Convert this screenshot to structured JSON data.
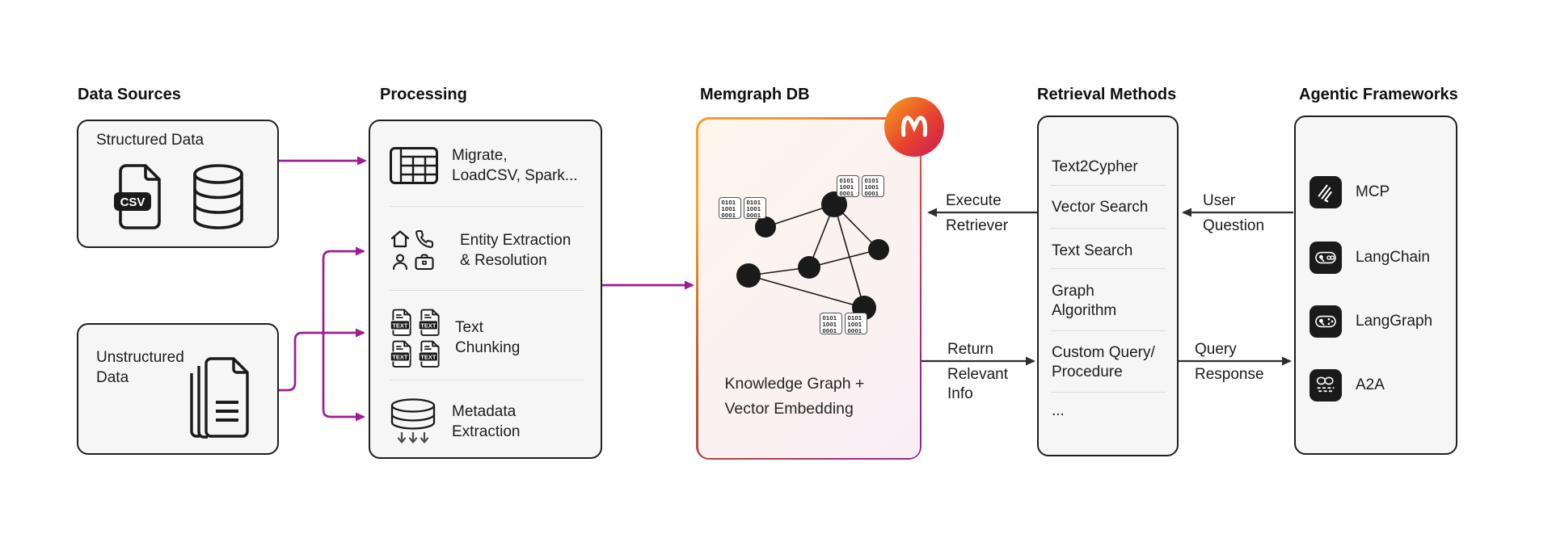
{
  "headers": {
    "data_sources": "Data Sources",
    "processing": "Processing",
    "memgraph": "Memgraph DB",
    "retrieval": "Retrieval Methods",
    "agentic": "Agentic Frameworks"
  },
  "data_sources": {
    "structured": {
      "label": "Structured Data",
      "csv_badge": "CSV"
    },
    "unstructured": {
      "label": "Unstructured\nData"
    }
  },
  "processing": {
    "rows": [
      {
        "label": "Migrate,\nLoadCSV, Spark..."
      },
      {
        "label": "Entity Extraction\n& Resolution"
      },
      {
        "label": "Text\nChunking"
      },
      {
        "label": "Metadata\nExtraction"
      }
    ],
    "text_badge": "TEXT"
  },
  "memgraph": {
    "caption": "Knowledge Graph +\nVector Embedding",
    "logo_letter": "M",
    "chip_lines": [
      "0101",
      "1001",
      "0001"
    ]
  },
  "retrieval": {
    "items": [
      "Text2Cypher",
      "Vector Search",
      "Text Search",
      "Graph\nAlgorithm",
      "Custom Query/\nProcedure",
      "..."
    ]
  },
  "agentic": {
    "items": [
      {
        "label": "MCP"
      },
      {
        "label": "LangChain"
      },
      {
        "label": "LangGraph"
      },
      {
        "label": "A2A"
      }
    ]
  },
  "flows": {
    "execute_retriever": {
      "line1": "Execute",
      "line2": "Retriever"
    },
    "return_relevant": {
      "line1": "Return",
      "line2": "Relevant\nInfo"
    },
    "user_question": {
      "line1": "User",
      "line2": "Question"
    },
    "query_response": {
      "line1": "Query",
      "line2": "Response"
    }
  },
  "colors": {
    "connector_magenta": "#9C1E8E",
    "connector_dark": "#2E2E2E",
    "box_border": "#1F1F1F",
    "box_bg": "#F6F6F6",
    "memgraph_border_orange": "#F4A62A",
    "memgraph_border_red": "#E23C4D",
    "memgraph_border_purple": "#8E268E",
    "memgraph_bg_start": "#FCF6EC",
    "memgraph_bg_end": "#F9EEF5",
    "logo_gradient_start": "#F6A21E",
    "logo_gradient_end": "#C81A56",
    "framework_icon_bg": "#1A1A1A"
  }
}
